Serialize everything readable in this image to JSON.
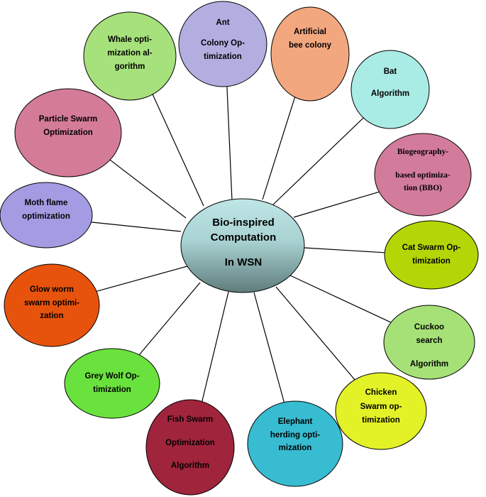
{
  "center": {
    "lines": [
      "Bio-inspired",
      "Computation",
      "In WSN"
    ],
    "gradient_top": "#bfe6e6",
    "gradient_bottom": "#5f7c7c"
  },
  "nodes": [
    {
      "id": "ant-colony",
      "lines": [
        "Ant",
        "Colony Op-",
        "timization"
      ],
      "fill": "#b3aee0"
    },
    {
      "id": "artificial-bee-colony",
      "lines": [
        "Artificial",
        "bee colony"
      ],
      "fill": "#f3a77f"
    },
    {
      "id": "bat-algorithm",
      "lines": [
        "Bat",
        "Algorithm"
      ],
      "fill": "#a9ebe5"
    },
    {
      "id": "biogeography",
      "lines": [
        "Biogeography-",
        "based optimiza-",
        "tion (BBO)"
      ],
      "fill": "#d37b9b",
      "serif": true
    },
    {
      "id": "cat-swarm",
      "lines": [
        "Cat Swarm Op-",
        "timization"
      ],
      "fill": "#b5d606"
    },
    {
      "id": "cuckoo-search",
      "lines": [
        "Cuckoo",
        "search",
        "Algorithm"
      ],
      "fill": "#a6e178"
    },
    {
      "id": "chicken-swarm",
      "lines": [
        "Chicken",
        "Swarm op-",
        "timization"
      ],
      "fill": "#e3f127"
    },
    {
      "id": "elephant-herding",
      "lines": [
        "Elephant",
        "herding opti-",
        "mization"
      ],
      "fill": "#38bcd2"
    },
    {
      "id": "fish-swarm",
      "lines": [
        "Fish Swarm",
        "Optimization",
        "Algorithm"
      ],
      "fill": "#a0243c"
    },
    {
      "id": "grey-wolf",
      "lines": [
        "Grey Wolf Op-",
        "timization"
      ],
      "fill": "#6ae23e"
    },
    {
      "id": "glow-worm",
      "lines": [
        "Glow worm",
        "swarm optimi-",
        "zation"
      ],
      "fill": "#e7530d"
    },
    {
      "id": "moth-flame",
      "lines": [
        "Moth flame",
        "optimization"
      ],
      "fill": "#a49ce2"
    },
    {
      "id": "particle-swarm",
      "lines": [
        "Particle Swarm",
        "Optimization"
      ],
      "fill": "#d47b98"
    },
    {
      "id": "whale-optimization",
      "lines": [
        "Whale opti-",
        "mization al-",
        "gorithm"
      ],
      "fill": "#a6e17b"
    }
  ]
}
